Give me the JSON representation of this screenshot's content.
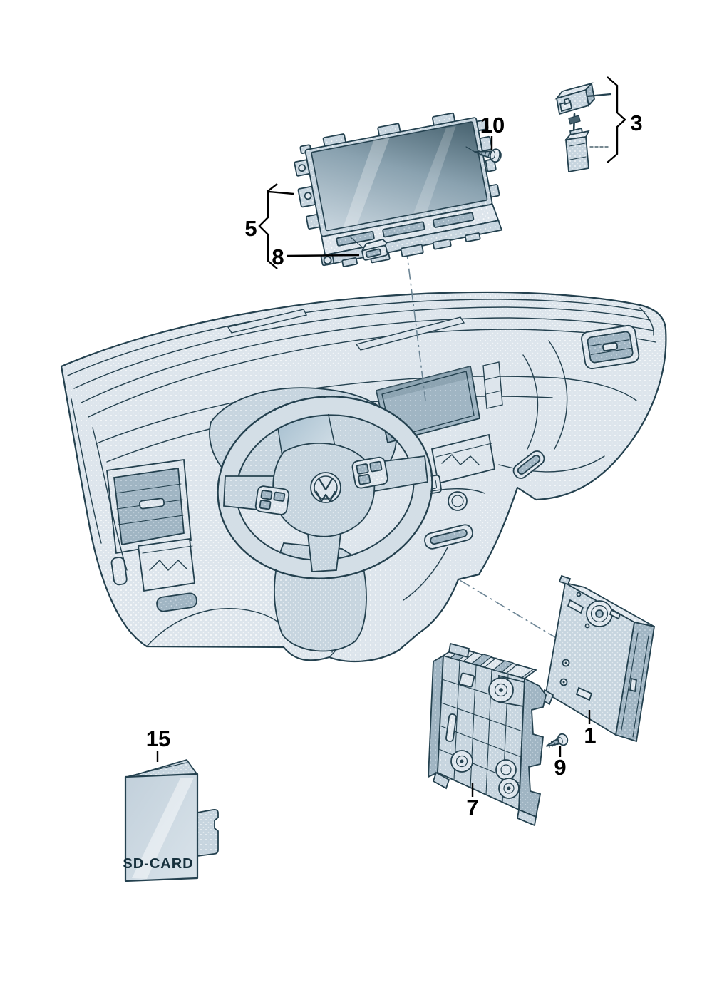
{
  "diagram": {
    "callouts": {
      "c1": {
        "number": "1",
        "part": "control-unit"
      },
      "c3": {
        "number": "3",
        "part": "antenna-adapter-assembly"
      },
      "c5": {
        "number": "5",
        "part": "display-mounting-frame"
      },
      "c7": {
        "number": "7",
        "part": "mounting-bracket-housing"
      },
      "c8": {
        "number": "8",
        "part": "retaining-clip"
      },
      "c9": {
        "number": "9",
        "part": "screw"
      },
      "c10": {
        "number": "10",
        "part": "screw"
      },
      "c15": {
        "number": "15",
        "part": "sd-card"
      }
    },
    "sd_card_text": "SD-CARD",
    "colors": {
      "outline": "#24414f",
      "fill_light": "#dde5ec",
      "fill_mid": "#c7d5df",
      "fill_dark": "#a0b5c3",
      "screen_dark": "#47626f",
      "label_text": "#000000",
      "background": "#ffffff"
    }
  }
}
